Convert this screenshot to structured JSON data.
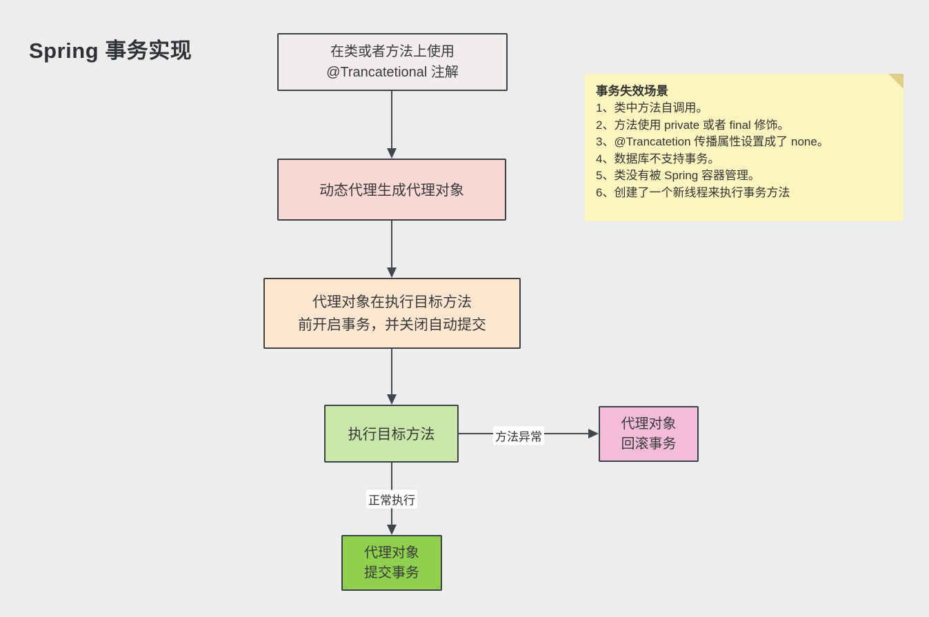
{
  "title": "Spring 事务实现",
  "note": {
    "heading": "事务失效场景",
    "items": [
      "1、类中方法自调用。",
      "2、方法使用 private 或者 final 修饰。",
      "3、@Trancatetion 传播属性设置成了 none。",
      "4、数据库不支持事务。",
      "5、类没有被 Spring 容器管理。",
      "6、创建了一个新线程来执行事务方法"
    ],
    "bg_color": "#fdf5bf",
    "fold_color": "#e2cf87"
  },
  "flowchart": {
    "nodes": [
      {
        "id": "use-annotation",
        "lines": [
          "在类或者方法上使用",
          "@Trancatetional 注解"
        ],
        "fill": "#f1edec"
      },
      {
        "id": "dynamic-proxy",
        "lines": [
          "动态代理生成代理对象"
        ],
        "fill": "#f9d8d6"
      },
      {
        "id": "open-transaction",
        "lines": [
          "代理对象在执行目标方法",
          "前开启事务，并关闭自动提交"
        ],
        "fill": "#fce6d0"
      },
      {
        "id": "execute-target",
        "lines": [
          "执行目标方法"
        ],
        "fill": "#c9e7a8"
      },
      {
        "id": "rollback",
        "lines": [
          "代理对象",
          "回滚事务"
        ],
        "fill": "#f3bcdb"
      },
      {
        "id": "commit",
        "lines": [
          "代理对象",
          "提交事务"
        ],
        "fill": "#8fd04e"
      }
    ],
    "edge_labels": {
      "exception": "方法异常",
      "normal": "正常执行"
    }
  },
  "colors": {
    "page_bg": "#ededed",
    "node_border": "#3b4046",
    "arrow": "#41464c",
    "text": "#363636",
    "edge_label_bg": "#ffffff"
  }
}
